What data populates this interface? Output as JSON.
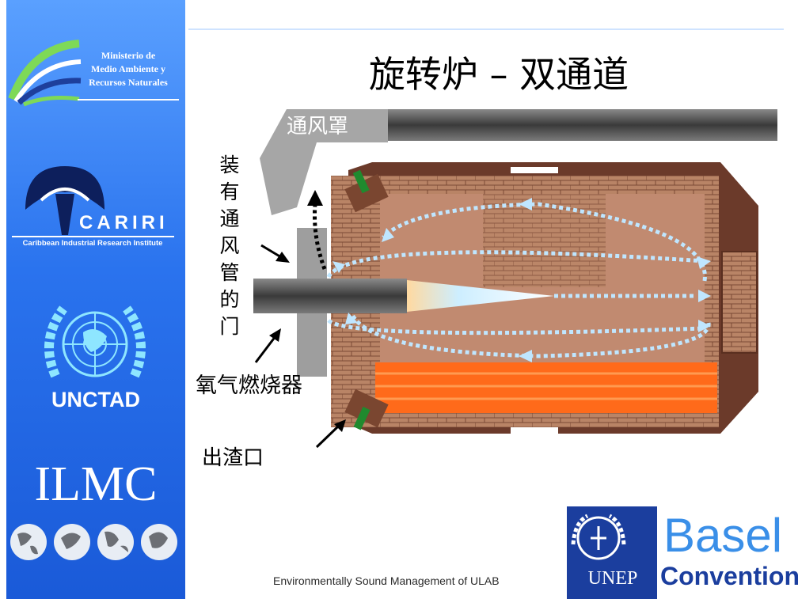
{
  "title": "旋转炉 – 双通道",
  "sidebar": {
    "ministry_lines": [
      "Ministerio de",
      "Medio Ambiente y",
      "Recursos Naturales"
    ],
    "cariri_name": "CARIRI",
    "cariri_subtitle": "Caribbean Industrial Research Institute",
    "unctad": "UNCTAD",
    "ilmc": "ILMC"
  },
  "diagram": {
    "hood_label": "通风罩",
    "door_label_chars": [
      "装",
      "有",
      "通",
      "风",
      "管",
      "的",
      "门"
    ],
    "burner_label": "氧气燃烧器",
    "slag_label": "出渣口"
  },
  "logos": {
    "unep": "UNEP",
    "basel": "Basel",
    "convention": "Convention"
  },
  "footer": "Environmentally Sound Management of ULAB",
  "colors": {
    "sidebar_blue": "#2a73ee",
    "brick": "#b5765b",
    "melt": "#ff6a1a",
    "flow_arrows": "#bfe6ff"
  }
}
